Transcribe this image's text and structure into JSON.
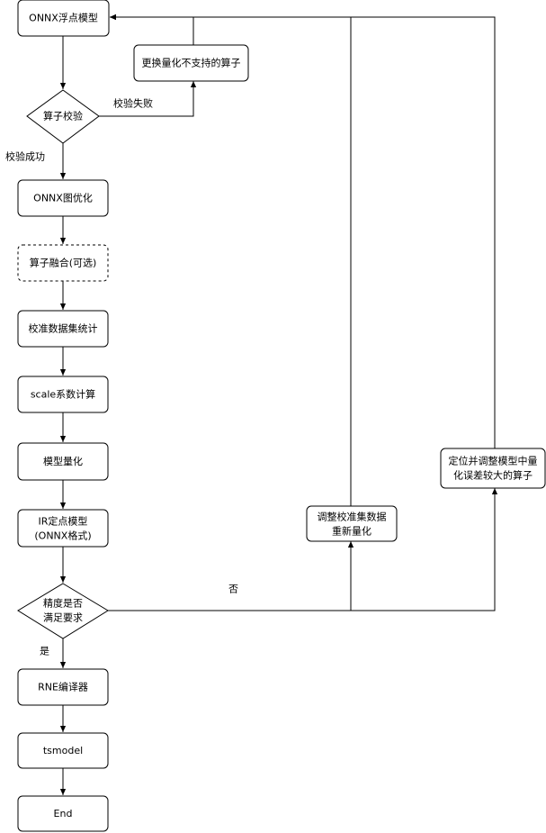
{
  "nodes": {
    "onnx_float": "ONNX浮点模型",
    "replace_ops": "更换量化不支持的算子",
    "op_check": "算子校验",
    "graph_opt": "ONNX图优化",
    "op_fusion": "算子融合(可选)",
    "calib_stats": "校准数据集统计",
    "scale_calc": "scale系数计算",
    "quantize": "模型量化",
    "ir_model_l1": "IR定点模型",
    "ir_model_l2": "(ONNX格式)",
    "acc_check_l1": "精度是否",
    "acc_check_l2": "满足要求",
    "rne_compiler": "RNE编译器",
    "tsmodel": "tsmodel",
    "end": "End",
    "recalib_l1": "调整校准集数据",
    "recalib_l2": "重新量化",
    "locate_l1": "定位并调整模型中量",
    "locate_l2": "化误差较大的算子"
  },
  "edge_labels": {
    "check_fail": "校验失败",
    "check_pass": "校验成功",
    "acc_no": "否",
    "acc_yes": "是"
  }
}
